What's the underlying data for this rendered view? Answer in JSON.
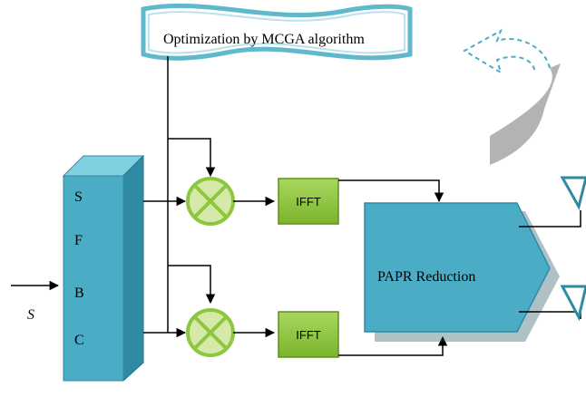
{
  "banner": {
    "text": "Optimization by MCGA algorithm"
  },
  "input": {
    "label": "S"
  },
  "sfbc": {
    "letters": [
      "S",
      "F",
      "B",
      "C"
    ]
  },
  "ifft": {
    "top_label": "IFFT",
    "bottom_label": "IFFT"
  },
  "papr": {
    "label": "PAPR Reduction"
  },
  "colors": {
    "block_fill": "#4bacc6",
    "block_dark": "#2f8aa3",
    "block_top": "#7fd0e0",
    "ifft_fill": "#8dc63f",
    "multiplier_fill": "#d6e9a9",
    "multiplier_stroke": "#8dc63f",
    "banner_stroke": "#5fb8cc",
    "feedback_dashed": "#4bacc6",
    "feedback_gray": "#b3b3b3",
    "line": "#000000"
  }
}
